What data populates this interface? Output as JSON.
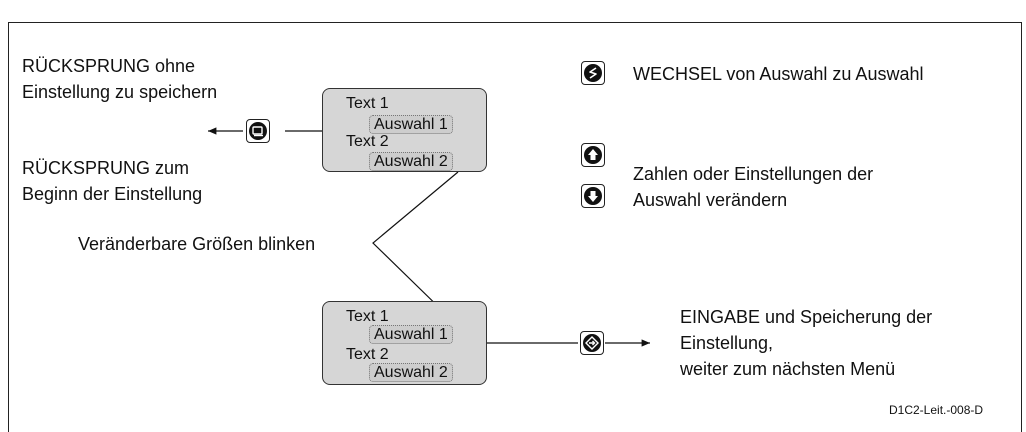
{
  "left_labels": {
    "back_no_save_line1": "RÜCKSPRUNG ohne",
    "back_no_save_line2": "Einstellung zu speichern",
    "back_start_line1": "RÜCKSPRUNG zum",
    "back_start_line2": "Beginn der Einstellung",
    "blink_note": "Veränderbare Größen blinken"
  },
  "display_top": {
    "text1": "Text 1",
    "choice1": "Auswahl 1",
    "text2": "Text 2",
    "choice2": "Auswahl 2"
  },
  "display_bottom": {
    "text1": "Text 1",
    "choice1": "Auswahl 1",
    "text2": "Text 2",
    "choice2": "Auswahl 2"
  },
  "right_labels": {
    "switch": "WECHSEL von Auswahl zu Auswahl",
    "change_line1": "Zahlen oder Einstellungen der",
    "change_line2": "Auswahl verändern",
    "enter_line1": "EINGABE und Speicherung der",
    "enter_line2": "Einstellung,",
    "enter_line3": "weiter zum nächsten Menü"
  },
  "icons": {
    "back_key": "escape-key-icon",
    "switch_key": "switch-key-icon",
    "up_key": "arrow-up-key-icon",
    "down_key": "arrow-down-key-icon",
    "enter_key": "enter-key-icon"
  },
  "figure_code": "D1C2-Leit.-008-D"
}
